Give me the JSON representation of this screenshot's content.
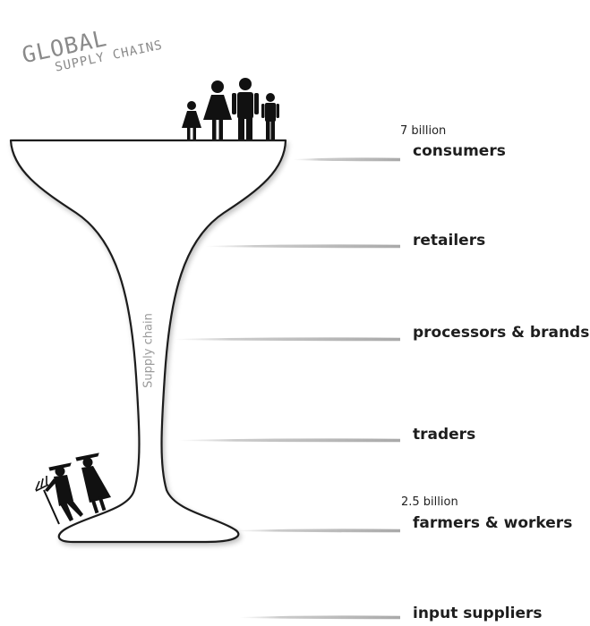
{
  "title": {
    "line1": "GLOBAL",
    "line2": "SUPPLY CHAINS"
  },
  "chain_label": "Supply chain",
  "stages": [
    {
      "label": "consumers",
      "count": "7 billion"
    },
    {
      "label": "retailers"
    },
    {
      "label": "processors & brands"
    },
    {
      "label": "traders"
    },
    {
      "label": "farmers & workers",
      "count": "2.5 billion"
    },
    {
      "label": "input suppliers"
    }
  ],
  "colors": {
    "outline": "#1a1a1a",
    "brush": "#b5b5b5",
    "figures": "#111111",
    "title": "#8a8a8a"
  },
  "icons": [
    "family-icon",
    "farmers-icon"
  ]
}
